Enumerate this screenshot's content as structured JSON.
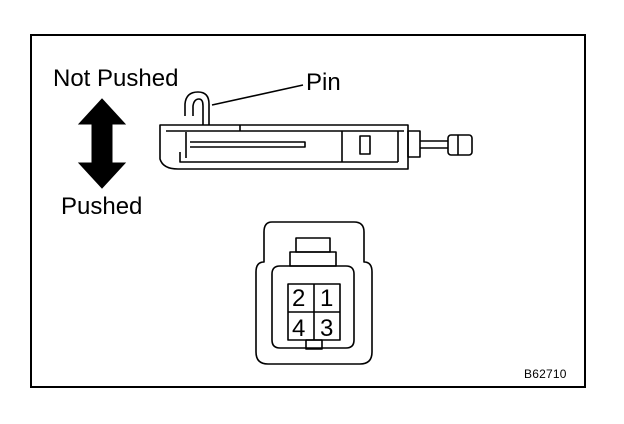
{
  "labels": {
    "not_pushed": "Not Pushed",
    "pushed": "Pushed",
    "pin": "Pin",
    "figure_code": "B62710"
  },
  "connector": {
    "pins": [
      "1",
      "2",
      "3",
      "4"
    ]
  },
  "colors": {
    "ink": "#000000",
    "background": "#ffffff"
  }
}
